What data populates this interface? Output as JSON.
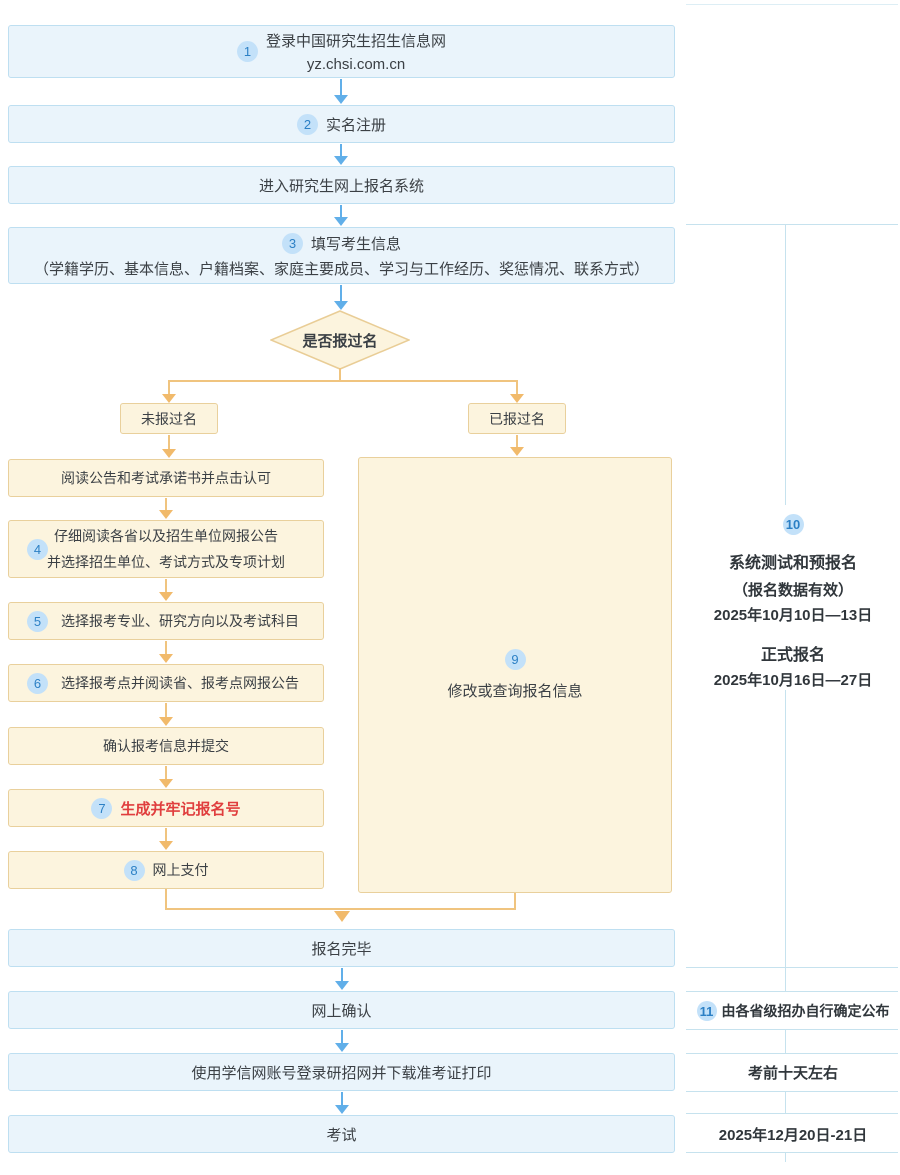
{
  "flow": {
    "step1": {
      "num": "1",
      "line1": "登录中国研究生招生信息网",
      "line2": "yz.chsi.com.cn"
    },
    "step2": {
      "num": "2",
      "label": "实名注册"
    },
    "enter_system": {
      "label": "进入研究生网上报名系统"
    },
    "step3": {
      "num": "3",
      "title": "填写考生信息",
      "detail": "（学籍学历、基本信息、户籍档案、家庭主要成员、学习与工作经历、奖惩情况、联系方式）"
    },
    "decision": {
      "label": "是否报过名"
    },
    "branch_no": {
      "label": "未报过名"
    },
    "branch_yes": {
      "label": "已报过名"
    },
    "read_notice": {
      "label": "阅读公告和考试承诺书并点击认可"
    },
    "step4": {
      "num": "4",
      "line1": "仔细阅读各省以及招生单位网报公告",
      "line2": "并选择招生单位、考试方式及专项计划"
    },
    "step5": {
      "num": "5",
      "label": "选择报考专业、研究方向以及考试科目"
    },
    "step6": {
      "num": "6",
      "label": "选择报考点并阅读省、报考点网报公告"
    },
    "confirm_submit": {
      "label": "确认报考信息并提交"
    },
    "step7": {
      "num": "7",
      "label": "生成并牢记报名号"
    },
    "step8": {
      "num": "8",
      "label": "网上支付"
    },
    "step9": {
      "num": "9",
      "label": "修改或查询报名信息"
    },
    "done": {
      "label": "报名完毕"
    },
    "online_confirm": {
      "label": "网上确认"
    },
    "download_ticket": {
      "label": "使用学信网账号登录研招网并下载准考证打印"
    },
    "exam": {
      "label": "考试"
    }
  },
  "sidebar": {
    "step10": {
      "num": "10",
      "title1": "系统测试和预报名",
      "subtitle1": "（报名数据有效）",
      "date1": "2025年10月10日—13日",
      "title2": "正式报名",
      "date2": "2025年10月16日—27日"
    },
    "step11": {
      "num": "11",
      "label": "由各省级招办自行确定公布"
    },
    "before_exam": {
      "label": "考前十天左右"
    },
    "exam_date": {
      "label": "2025年12月20日-21日"
    }
  },
  "colors": {
    "blue_box_fill": "#eaf4fb",
    "blue_box_border": "#bedff1",
    "cream_box_fill": "#fcf4de",
    "cream_box_border": "#e9d09c",
    "blue_arrow": "#61afe9",
    "orange_line": "#f0c47f",
    "badge_fill": "#c3e1f9",
    "badge_text": "#2c80c5",
    "red_text": "#e03e3e",
    "sidebar_line": "#c6e2ee"
  }
}
